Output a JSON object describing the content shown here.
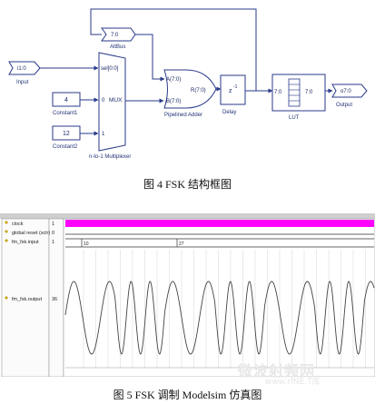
{
  "figure1": {
    "caption": "图 4 FSK 结构框图",
    "blocks": {
      "input_port": "i1:0",
      "input_name": "Input",
      "constant1_value": "4",
      "constant1_name": "Constant1",
      "constant2_value": "12",
      "constant2_name": "Constant2",
      "mux_sel": "sel[0:0]",
      "mux_title": "MUX",
      "mux_in0": "0",
      "mux_in1": "1",
      "mux_name": "n-to-1 Multiplexer",
      "altbus_value": "7:0",
      "altbus_name": "AltBus",
      "adder_a": "A(7:0)",
      "adder_b": "B(7:0)",
      "adder_r": "R(7:0)",
      "adder_name": "Pipelined Adder",
      "delay_symbol": "z",
      "delay_exp": "-1",
      "delay_name": "Delay",
      "lut_in": "7:0",
      "lut_out": "7:0",
      "lut_name": "LUT",
      "output_port": "o7:0",
      "output_name": "Output"
    }
  },
  "figure2": {
    "caption": "图 5 FSK 调制 Modelsim 仿真图",
    "signals": [
      "clock",
      "global reset (sclr)",
      "fm_fsk.input",
      "fm_fsk.output"
    ],
    "values": [
      "1",
      "0",
      "1",
      "36"
    ],
    "bus_values": [
      "10",
      "27"
    ],
    "watermark": "微波射频网",
    "watermark_url": "www.rfNE.T库"
  }
}
